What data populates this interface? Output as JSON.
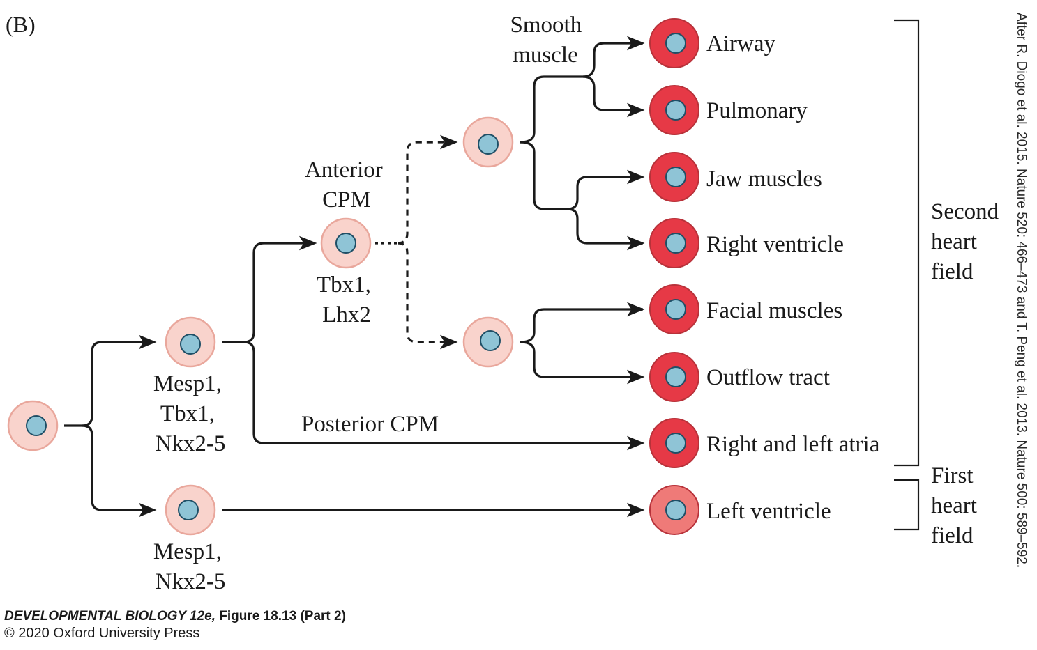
{
  "panel_label": "(B)",
  "progenitor_labels": {
    "mesp1_tbx1_nkx": [
      "Mesp1,",
      "Tbx1,",
      "Nkx2-5"
    ],
    "mesp1_nkx": [
      "Mesp1,",
      "Nkx2-5"
    ],
    "anterior_cpm": [
      "Anterior",
      "CPM"
    ],
    "tbx1_lhx2": [
      "Tbx1,",
      "Lhx2"
    ],
    "smooth_muscle": [
      "Smooth",
      "muscle"
    ],
    "posterior_cpm": "Posterior CPM"
  },
  "outcomes": [
    {
      "label": "Airway",
      "color": "#e63946"
    },
    {
      "label": "Pulmonary",
      "color": "#e63946"
    },
    {
      "label": "Jaw muscles",
      "color": "#e63946"
    },
    {
      "label": "Right ventricle",
      "color": "#e63946"
    },
    {
      "label": "Facial muscles",
      "color": "#e63946"
    },
    {
      "label": "Outflow tract",
      "color": "#e63946"
    },
    {
      "label": "Right and left atria",
      "color": "#e63946"
    },
    {
      "label": "Left ventricle",
      "color": "#ef7a78"
    }
  ],
  "fields": {
    "second": [
      "Second",
      "heart",
      "field"
    ],
    "first": [
      "First",
      "heart",
      "field"
    ]
  },
  "colors": {
    "progenitor_fill": "#f9d3cc",
    "progenitor_stroke": "#e9a79c",
    "nucleus_fill": "#8fc4d6",
    "nucleus_stroke": "#1f4f66",
    "line": "#1a1a1a"
  },
  "citation": "After R. Diogo et al. 2015. Nature 520: 466–473 and T. Peng et al. 2013. Nature 500: 589–592.",
  "footer": {
    "book": "DEVELOPMENTAL BIOLOGY 12e,",
    "figure": "Figure 18.13 (Part 2)",
    "copyright": "© 2020 Oxford University Press"
  }
}
